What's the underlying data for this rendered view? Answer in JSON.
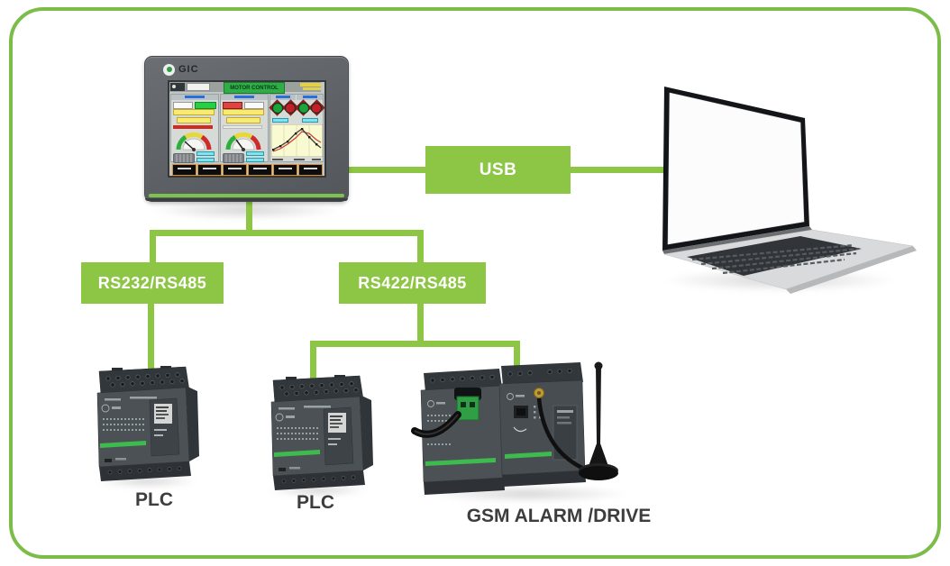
{
  "hmi": {
    "brand": "GIC",
    "screen_title": "MOTOR CONTROL"
  },
  "connections": {
    "usb": "USB",
    "branch_left": "RS232/RS485",
    "branch_right": "RS422/RS485"
  },
  "devices": {
    "plc_left_label": "PLC",
    "plc_middle_label": "PLC",
    "gsm_label": "GSM ALARM /DRIVE"
  },
  "colors": {
    "connector_green": "#8CC644",
    "frame_border_green": "#7CBD4A",
    "hmi_bezel_gray": "#5C6064",
    "hmi_strip_green": "#7CC34D",
    "plc_body_gray": "#4B5155",
    "plc_stripe_green": "#3DBB4E",
    "device_label_text": "#3D3D3D",
    "label_text": "#FFFFFF"
  }
}
